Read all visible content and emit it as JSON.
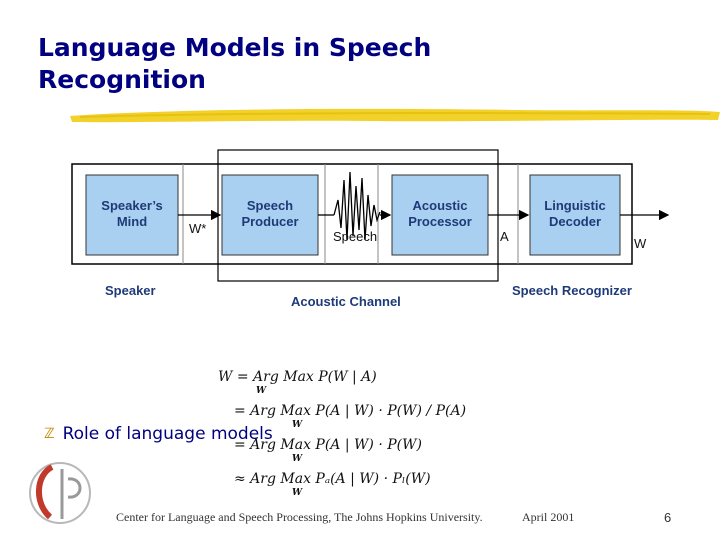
{
  "slide": {
    "title_line1": "Language Models in Speech",
    "title_line2": "Recognition"
  },
  "diagram": {
    "boxes": [
      {
        "line1": "Speaker’s",
        "line2": "Mind"
      },
      {
        "line1": "Speech",
        "line2": "Producer"
      },
      {
        "line1": "Acoustic",
        "line2": "Processor"
      },
      {
        "line1": "Linguistic",
        "line2": "Decoder"
      }
    ],
    "labels": {
      "w_star": "W*",
      "speech": "Speech",
      "a": "A",
      "w_hat": "W"
    },
    "groups": {
      "speaker": "Speaker",
      "acoustic_channel": "Acoustic Channel",
      "speech_recognizer": "Speech Recognizer"
    }
  },
  "equations": [
    {
      "text": "W = Arg Max P(W | A)",
      "sub": "W"
    },
    {
      "text": "= Arg Max P(A | W) · P(W) / P(A)",
      "sub": "W"
    },
    {
      "text": "= Arg Max P(A | W) · P(W)",
      "sub": "W"
    },
    {
      "text": "≈ Arg Max Pₐ(A | W) · Pₗ(W)",
      "sub": "W"
    }
  ],
  "bullet": {
    "icon": "z-bullet-icon",
    "text": "Role of language models"
  },
  "footer": {
    "center": "Center for Language and Speech Processing, The Johns Hopkins University.",
    "date": "April 2001",
    "page": "6"
  },
  "colors": {
    "title": "#000080",
    "box_fill": "#a9d0f0",
    "box_text": "#1f3a78",
    "underline": "#f2d22a"
  }
}
